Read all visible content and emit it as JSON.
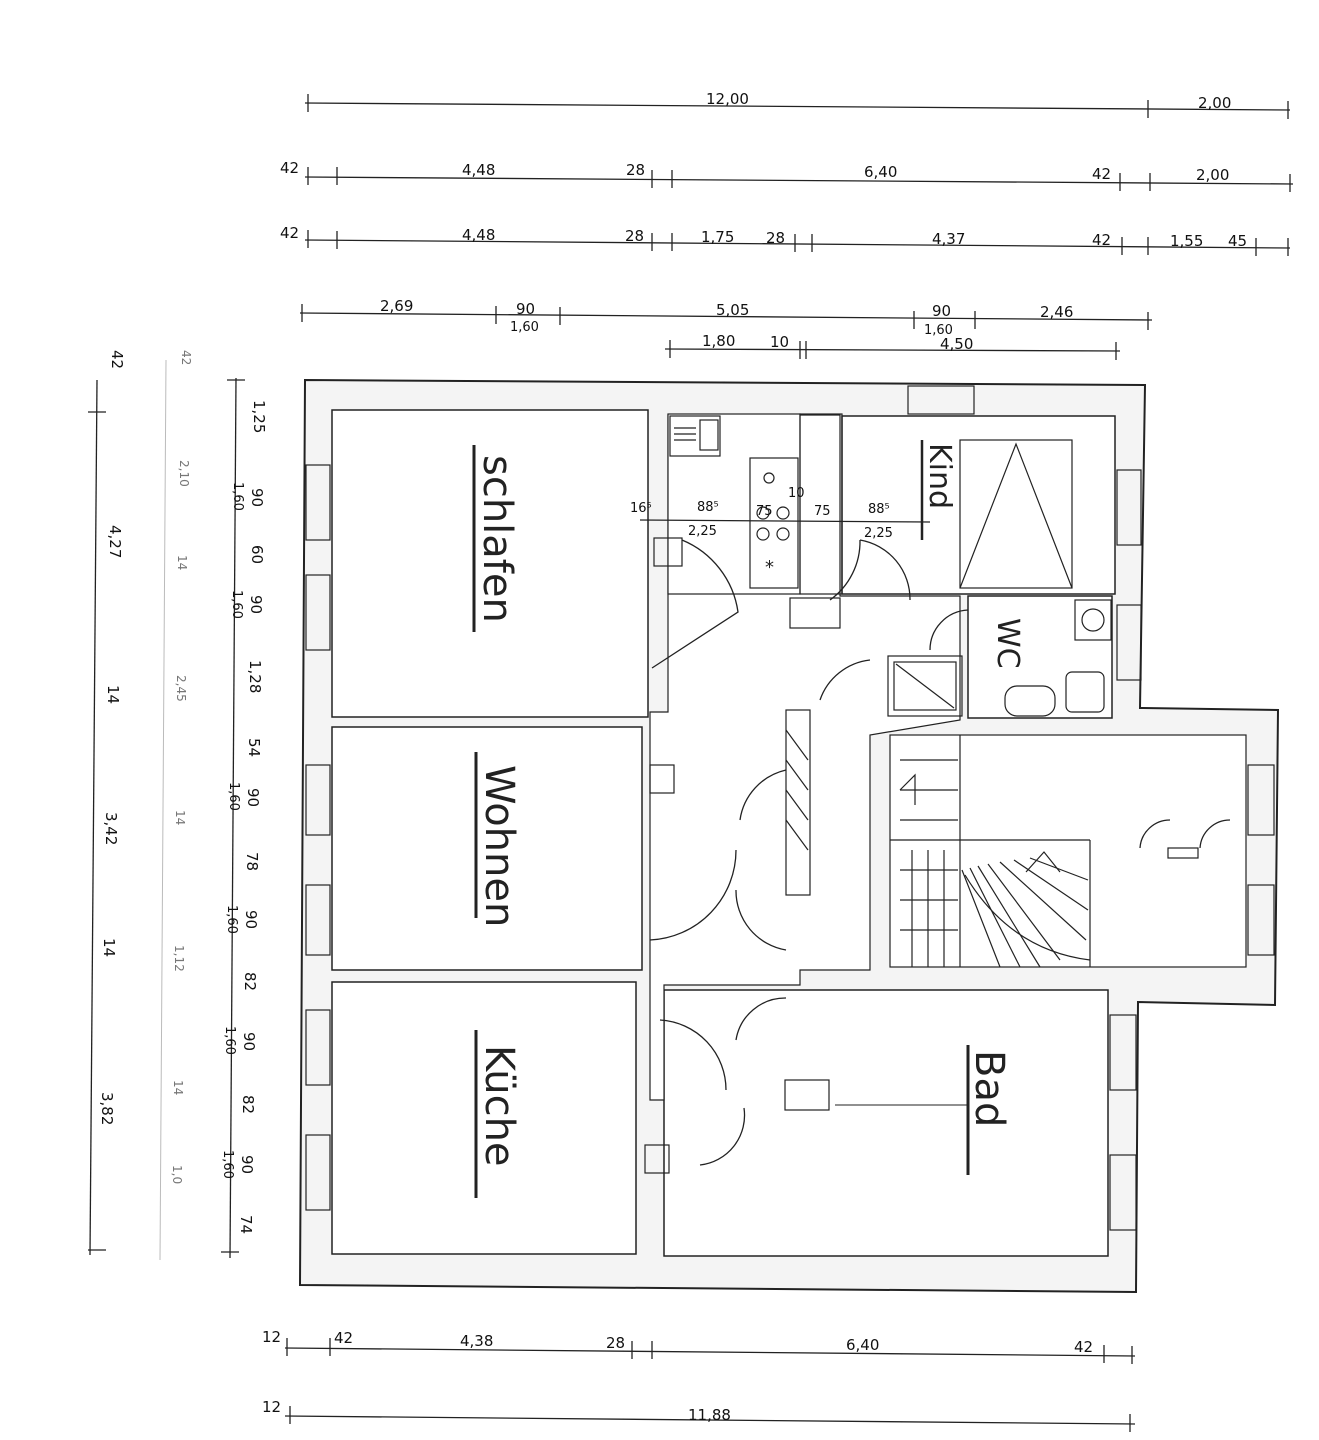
{
  "rooms": {
    "schlafen": "schlafen",
    "wohnen": "Wohnen",
    "kueche": "Küche",
    "bad": "Bad",
    "kind": "Kind",
    "wc": "WC"
  },
  "dims_top": {
    "r1": {
      "a": "12,00",
      "b": "2,00"
    },
    "r2": {
      "a": "42",
      "b": "4,48",
      "c": "28",
      "d": "6,40",
      "e": "42",
      "f": "2,00"
    },
    "r3": {
      "a": "42",
      "b": "4,48",
      "c": "28",
      "d": "1,75",
      "e": "28",
      "f": "4,37",
      "g": "42",
      "h": "1,55",
      "i": "45"
    },
    "r4": {
      "a": "2,69",
      "b": "90",
      "c": "1,60",
      "d": "5,05",
      "e": "90",
      "f": "1,60",
      "g": "2,46"
    },
    "r5": {
      "a": "1,80",
      "b": "10",
      "c": "4,50"
    }
  },
  "dims_inner": {
    "a": "16⁵",
    "b": "88⁵",
    "c": "2,25",
    "d": "75",
    "e": "75",
    "f": "10",
    "g": "88⁵",
    "h": "2,25"
  },
  "dims_left": {
    "c1": {
      "a": "42",
      "b": "4,27",
      "c": "14",
      "d": "3,42",
      "e": "14",
      "f": "3,82"
    },
    "c2": {
      "a": "42",
      "b": "2,10",
      "c": "14",
      "d": "2,45",
      "e": "14",
      "f": "1,12",
      "g": "14",
      "h": "1,0"
    },
    "c3": {
      "a": "1,25",
      "b": "90",
      "c": "1,60",
      "d": "60",
      "e": "90",
      "f": "1,60",
      "g": "1,28",
      "h": "54",
      "i": "90",
      "j": "1,60",
      "k": "78",
      "l": "90",
      "m": "1,60",
      "n": "82",
      "o": "90",
      "p": "1,60",
      "q": "82",
      "r": "90",
      "s": "1,60",
      "t": "74"
    }
  },
  "dims_bottom": {
    "r1": {
      "a": "12",
      "b": "42",
      "c": "4,38",
      "d": "28",
      "e": "6,40",
      "f": "42"
    },
    "r2": {
      "a": "12",
      "b": "11,88"
    }
  }
}
